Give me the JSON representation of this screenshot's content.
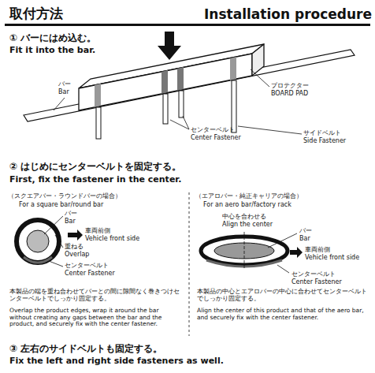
{
  "diagram": {
    "title": "取付方法",
    "labels": [
      "Installation procedure",
      "① バーにはめ込む。",
      "Fit it into the bar.",
      "バー",
      "Bar",
      "プロテクター",
      "BOARD PAD",
      "センターベルト",
      "Center Fastener",
      "サイドベルト",
      "Side Fastener",
      "② はじめにセンターベルトを固定する。",
      "First, fix the fastener in the center.",
      "（スクエアバー・ラウンドバーの場合）",
      "For a square bar/round bar",
      "バー",
      "Bar",
      "車両前側",
      "Vehicle front side",
      "重ねる",
      "Overlap",
      "センターベルト",
      "Center Fastener",
      "本製品の端を重ね合わせてバーとの間に隙間なく巻きつけセンターベルトでしっかり固定する。",
      "Overlap the product edges, wrap it around the bar without creating any gaps between the bar and the product, and securely fix with the center fastener.",
      "（エアロバー・純正キャリアの場合）",
      "For an aero bar/factory rack",
      "中心を合わせる",
      "Align the center",
      "バー",
      "Bar",
      "車両前側",
      "Vehicle front side",
      "センターベルト",
      "Center Fastener",
      "本製品の中心とエアロバーの中心に合わせてセンターベルトでしっかり固定する。",
      "Align the center of this product and that of the aero bar, and securely fix with the center fastener.",
      "③ 左右のサイドベルトも固定する。",
      "Fix the left and right side fasteners as well."
    ]
  }
}
